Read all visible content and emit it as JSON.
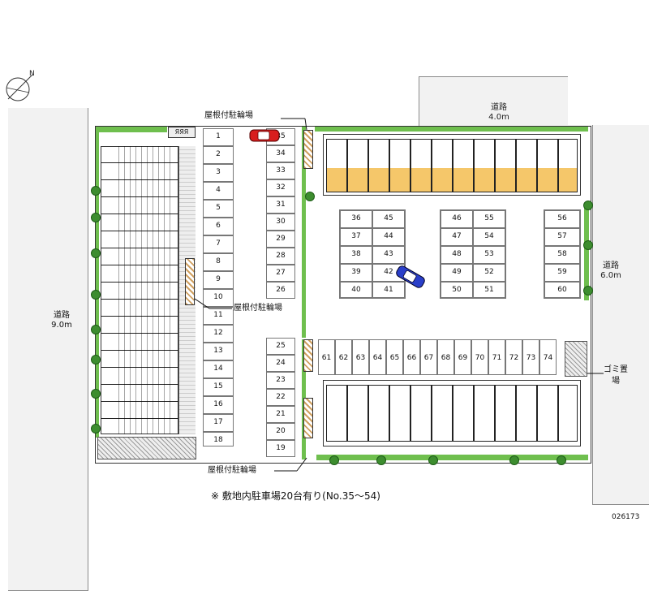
{
  "compass_label": "N",
  "roads": {
    "west": {
      "name": "道路",
      "width": "9.0m"
    },
    "north": {
      "name": "道路",
      "width": "4.0m"
    },
    "east": {
      "name": "道路",
      "width": "6.0m"
    }
  },
  "labels": {
    "bike_roof_top": "屋根付駐輪場",
    "bike_roof_middle": "屋根付駐輪場",
    "bike_roof_bottom": "屋根付駐輪場",
    "garbage": "ゴミ置場",
    "note": "※ 敷地内駐車場20台有り(No.35～54)",
    "map_code": "026173",
    "top_sign": "ЯЯЯ"
  },
  "parking": {
    "west_column": [
      "1",
      "2",
      "3",
      "4",
      "5",
      "6",
      "7",
      "8",
      "9",
      "10",
      "11",
      "12",
      "13",
      "14",
      "15",
      "16",
      "17",
      "18"
    ],
    "center_upper": [
      "35",
      "34",
      "33",
      "32",
      "31",
      "30",
      "29",
      "28",
      "27",
      "26"
    ],
    "center_lower": [
      "25",
      "24",
      "23",
      "22",
      "21",
      "20",
      "19"
    ],
    "block_a_left": [
      "36",
      "37",
      "38",
      "39",
      "40"
    ],
    "block_a_right": [
      "45",
      "44",
      "43",
      "42",
      "41"
    ],
    "block_b_left": [
      "46",
      "47",
      "48",
      "49",
      "50"
    ],
    "block_b_right": [
      "55",
      "54",
      "53",
      "52",
      "51"
    ],
    "block_c": [
      "56",
      "57",
      "58",
      "59",
      "60"
    ],
    "south_row": [
      "61",
      "62",
      "63",
      "64",
      "65",
      "66",
      "67",
      "68",
      "69",
      "70",
      "71",
      "72",
      "73",
      "74"
    ]
  },
  "colors": {
    "hedge": "#6fbf4e",
    "unit_fill": "#f5c76a",
    "car_red": "#d81e1e",
    "car_blue": "#2a3fc9"
  }
}
